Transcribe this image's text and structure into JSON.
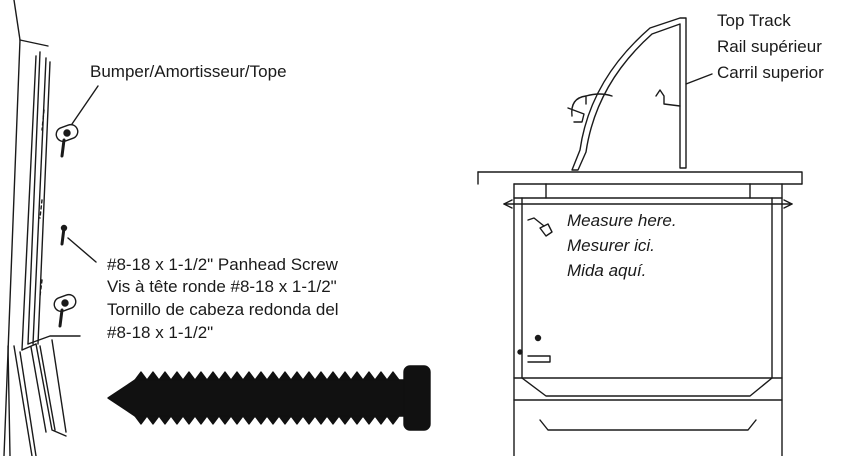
{
  "left_panel": {
    "bumper_label": "Bumper/Amortisseur/Tope",
    "screw_label": [
      "#8-18 x 1-1/2\" Panhead Screw",
      "Vis à tête ronde #8-18 x 1-1/2\"",
      "Tornillo de cabeza redonda del",
      "#8-18 x 1-1/2\""
    ]
  },
  "right_panel": {
    "track_label": [
      "Top Track",
      "Rail supérieur",
      "Carril superior"
    ],
    "measure_label": [
      "Measure here.",
      "Mesurer ici.",
      "Mida aquí."
    ]
  }
}
